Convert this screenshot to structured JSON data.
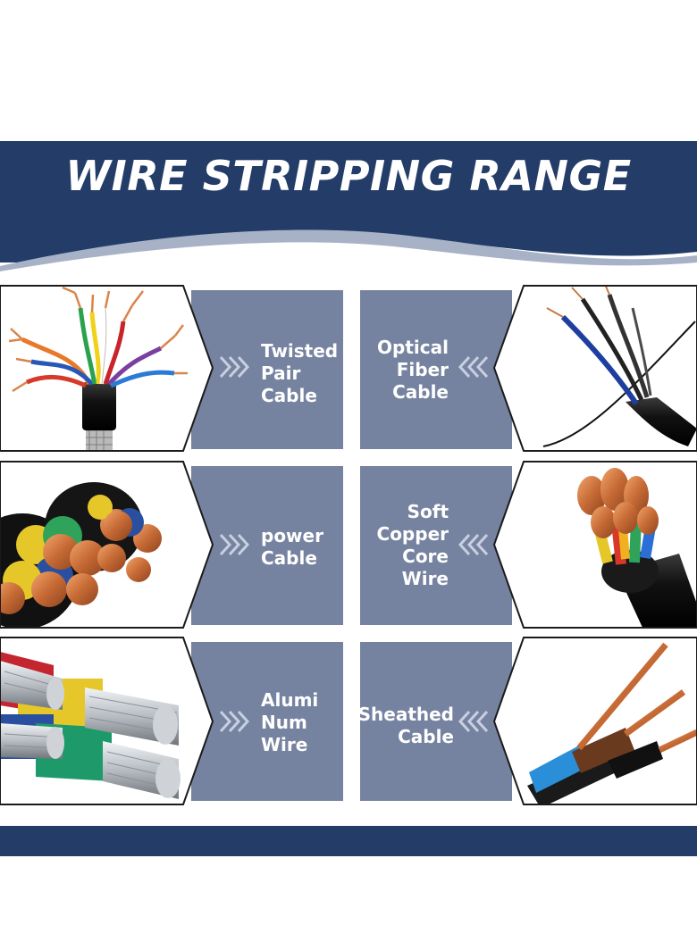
{
  "title": "WIRE STRIPPING RANGE",
  "colors": {
    "navy": "#233c68",
    "panel": "#7683a0",
    "band_light": "#a7b2c7",
    "background": "#ffffff"
  },
  "cables": [
    {
      "lines": [
        "Twisted",
        "Pair",
        "Cable"
      ],
      "image": "twisted-pair-cable-photo"
    },
    {
      "lines": [
        "Optical",
        "Fiber",
        "Cable"
      ],
      "image": "optical-fiber-cable-photo"
    },
    {
      "lines": [
        "power",
        "Cable"
      ],
      "image": "power-cable-photo"
    },
    {
      "lines": [
        "Soft",
        "Copper",
        "Core",
        "Wire"
      ],
      "image": "soft-copper-core-wire-photo"
    },
    {
      "lines": [
        "Alumi",
        "Num",
        "Wire"
      ],
      "image": "aluminum-wire-photo"
    },
    {
      "lines": [
        "Sheathed",
        "Cable"
      ],
      "image": "sheathed-cable-photo"
    }
  ]
}
